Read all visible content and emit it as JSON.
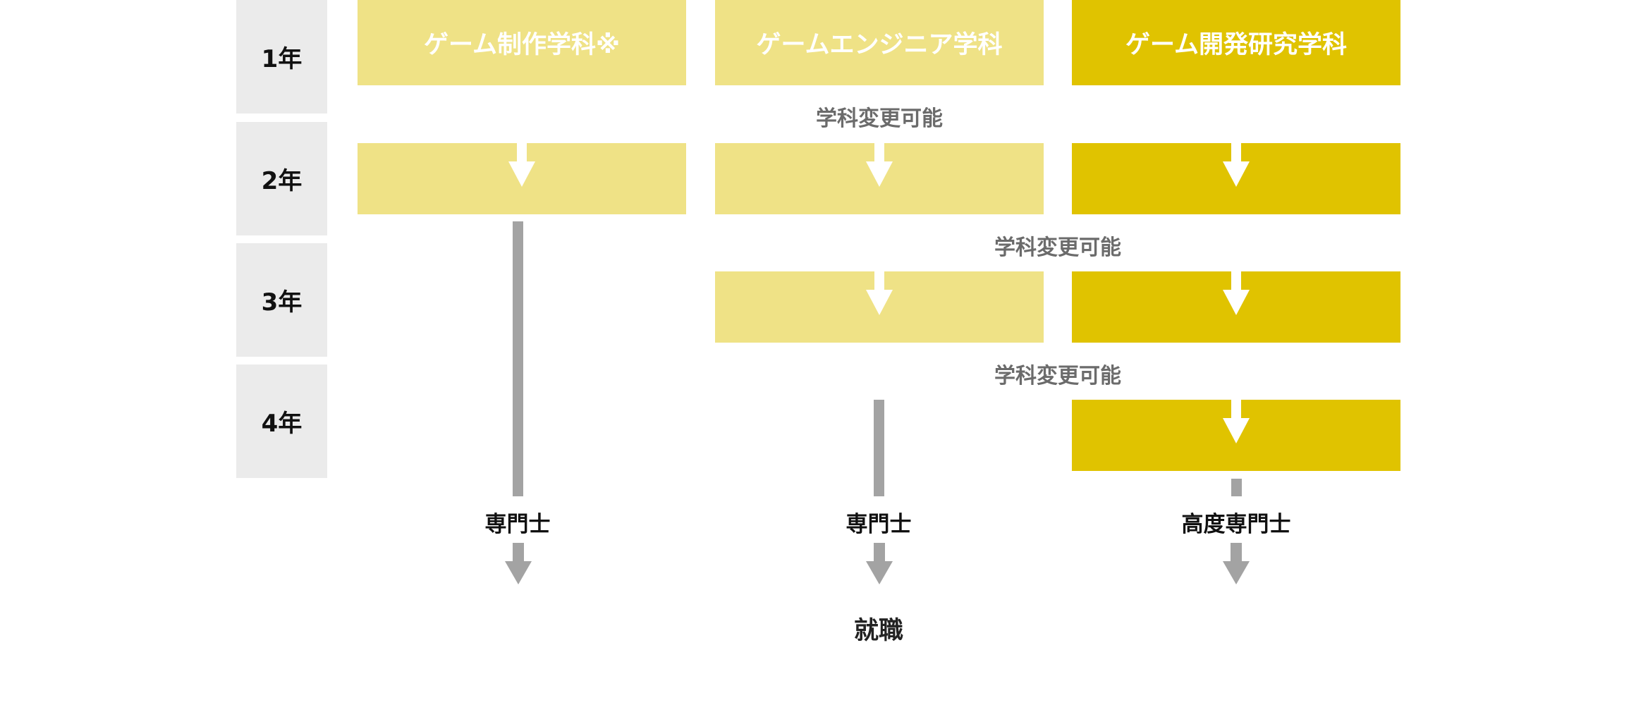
{
  "years": [
    "1年",
    "2年",
    "3年",
    "4年"
  ],
  "departments": {
    "production": "ゲーム制作学科※",
    "engineer": "ゲームエンジニア学科",
    "research": "ゲーム開発研究学科"
  },
  "transfer_note": "学科変更可能",
  "qualifications": {
    "production": "専門士",
    "engineer": "専門士",
    "research": "高度専門士"
  },
  "outcome": "就職",
  "colors": {
    "light_yellow": "#efe286",
    "dark_yellow": "#e0c300",
    "year_bg": "#ebebeb",
    "line_gray": "#a3a3a3"
  }
}
